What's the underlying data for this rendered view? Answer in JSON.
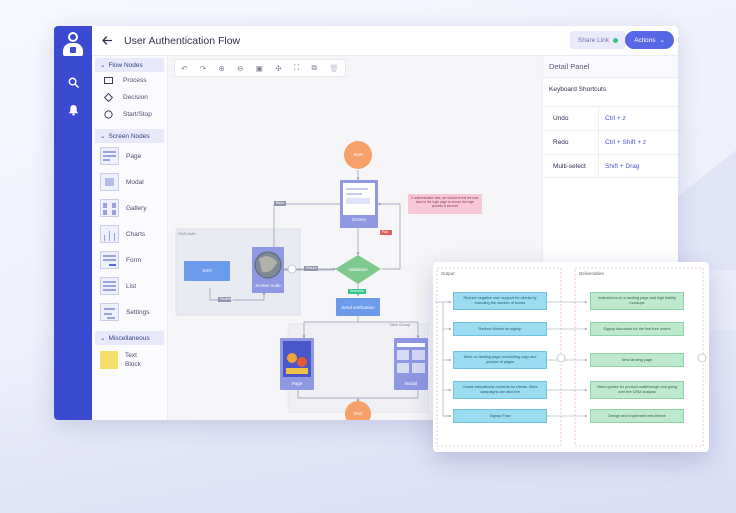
{
  "app": {
    "title": "User Authentication Flow",
    "share_label": "Share Link",
    "actions_label": "Actions"
  },
  "rail": {
    "icons": [
      "user-logo-icon",
      "search-icon",
      "bell-icon"
    ]
  },
  "panel": {
    "flow_nodes": {
      "title": "Flow Nodes",
      "items": [
        {
          "label": "Process",
          "icon": "rectangle-icon"
        },
        {
          "label": "Decision",
          "icon": "diamond-icon"
        },
        {
          "label": "Start/Stop",
          "icon": "circle-icon"
        }
      ]
    },
    "screen_nodes": {
      "title": "Screen Nodes",
      "items": [
        {
          "label": "Page"
        },
        {
          "label": "Modal"
        },
        {
          "label": "Gallery"
        },
        {
          "label": "Charts"
        },
        {
          "label": "Form"
        },
        {
          "label": "List"
        },
        {
          "label": "Settings"
        }
      ]
    },
    "misc": {
      "title": "Miscellaneous",
      "items": [
        {
          "label": "Text Block"
        }
      ]
    }
  },
  "canvas": {
    "nodes": {
      "start": "Start",
      "screen_top": "Screen",
      "group": "OAS Auth",
      "sso": "SSO",
      "screen_mid": "Screen node",
      "decision": "Validation",
      "process": "Send verification",
      "new_group": "New Group",
      "end": "End",
      "page_left": "Page",
      "page_right": "Modal"
    },
    "badges": {
      "back": "Back",
      "success": "Success",
      "fail": "Fail",
      "redirect": "Redirect",
      "return": "Return"
    },
    "note": "If authentication fails, we should reveal the user back to the login page to ensure the login process is secured"
  },
  "detail": {
    "title": "Detail Panel",
    "shortcuts_title": "Keyboard Shortcuts",
    "shortcuts": [
      {
        "action": "Undo",
        "keys": "Ctrl + z"
      },
      {
        "action": "Redo",
        "keys": "Ctrl + Shift + z"
      },
      {
        "action": "Multi-select",
        "keys": "Shift + Drag"
      }
    ]
  },
  "card": {
    "lane_left": "Output",
    "lane_right": "Deliverables",
    "outputs": [
      "Reduce negative user support for clients by including the number of books",
      "Reduce friction for signup",
      "Work on landing page conducting copy and product of pages",
      "Create educational contents for clients. More campaigns are also live",
      "Signup Flow"
    ],
    "deliverables": [
      "Instructions on a landing page and high fidelity mockups",
      "Signup discounts for the first free orders",
      "New landing page",
      "Video guides for product walkthrough and going over the CRM analysis",
      "Design and implement new theme"
    ]
  }
}
